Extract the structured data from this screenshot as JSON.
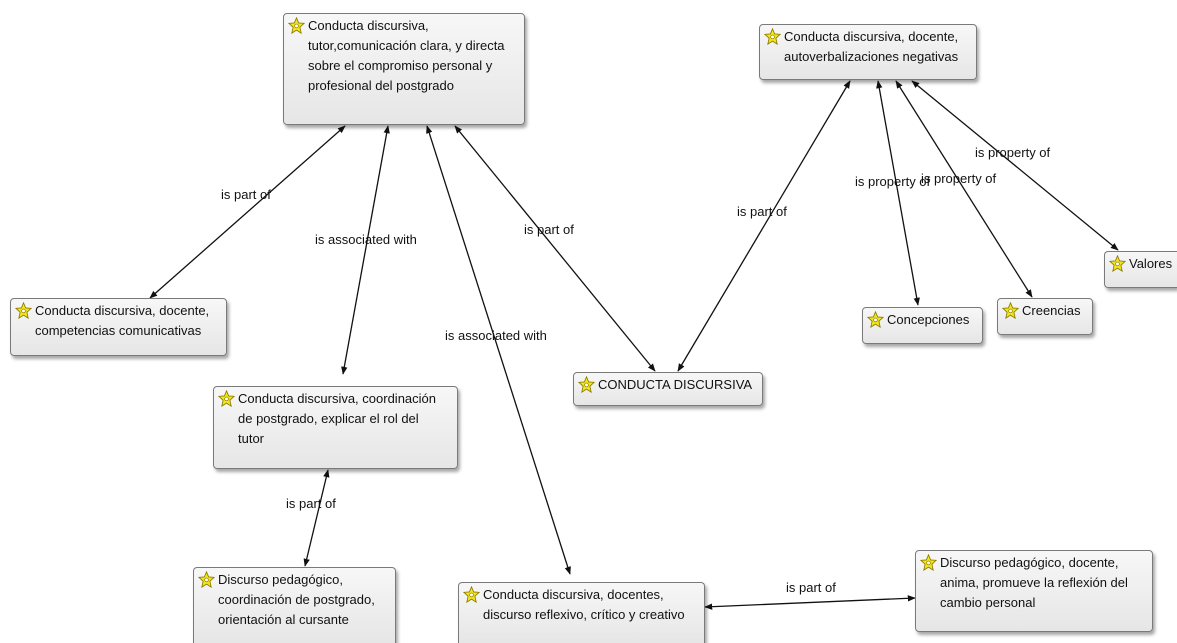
{
  "icon": "network-node-icon",
  "nodes": [
    {
      "id": "n1",
      "text": "Conducta discursiva,\ntutor,comunicación  clara, y directa\nsobre el compromiso personal y\nprofesional  del postgrado"
    },
    {
      "id": "n2",
      "text": "Conducta discursiva, docente,\nautoverbalizaciones negativas"
    },
    {
      "id": "n3",
      "text": "Conducta discursiva, docente,\ncompetencias comunicativas"
    },
    {
      "id": "n4",
      "text": "Conducta discursiva, coordinación\nde postgrado,  explicar el rol del\ntutor"
    },
    {
      "id": "n5",
      "text": "CONDUCTA DISCURSIVA"
    },
    {
      "id": "n6",
      "text": "Concepciones"
    },
    {
      "id": "n7",
      "text": "Creencias"
    },
    {
      "id": "n8",
      "text": "Valores"
    },
    {
      "id": "n9",
      "text": "Discurso pedagógico,\ncoordinación de postgrado,\norientación al cursante"
    },
    {
      "id": "n10",
      "text": "Conducta discursiva, docentes,\ndiscurso reflexivo, crítico y creativo"
    },
    {
      "id": "n11",
      "text": "Discurso pedagógico, docente,\nanima, promueve la reflexión del\ncambio personal"
    }
  ],
  "edges": [
    {
      "from": "n3",
      "to": "n1",
      "label": "is part of"
    },
    {
      "from": "n4",
      "to": "n1",
      "label": "is associated with"
    },
    {
      "from": "n10",
      "to": "n1",
      "label": "is associated with"
    },
    {
      "from": "n5",
      "to": "n1",
      "label": "is part of"
    },
    {
      "from": "n5",
      "to": "n2",
      "label": "is part of"
    },
    {
      "from": "n6",
      "to": "n2",
      "label": "is property of"
    },
    {
      "from": "n7",
      "to": "n2",
      "label": "is property of"
    },
    {
      "from": "n8",
      "to": "n2",
      "label": "is property of"
    },
    {
      "from": "n9",
      "to": "n4",
      "label": "is part of"
    },
    {
      "from": "n10",
      "to": "n11",
      "label": "is part of"
    }
  ]
}
